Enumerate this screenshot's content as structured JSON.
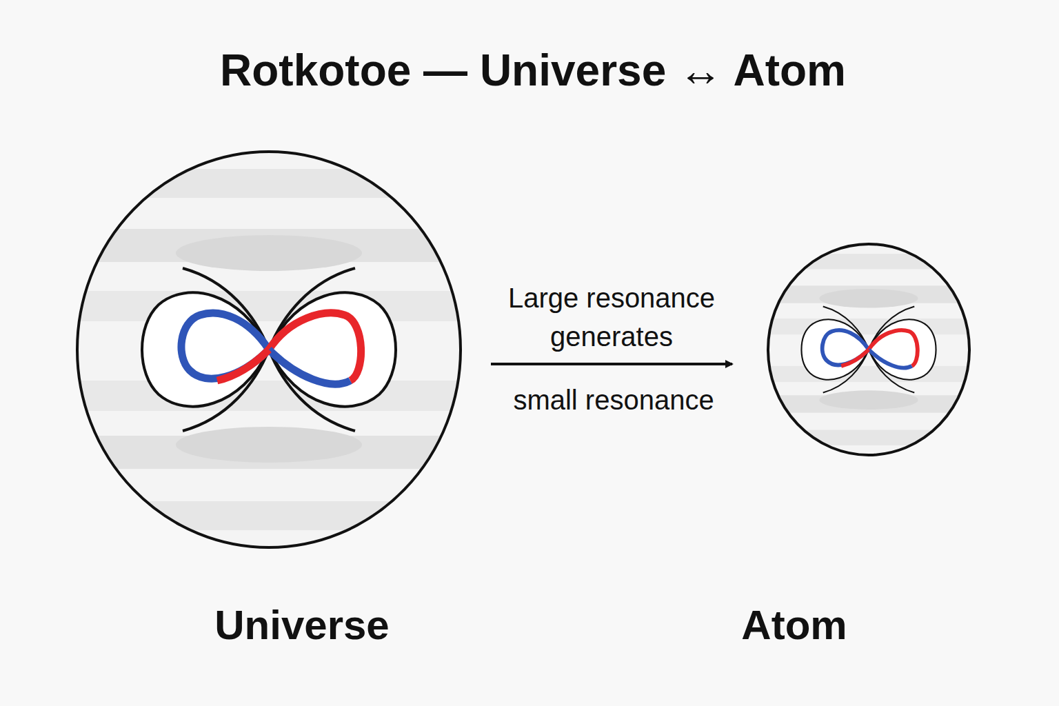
{
  "diagram": {
    "title": "Rotkotoe — Universe ↔ Atom",
    "nodes": [
      {
        "text": [
          "Universe"
        ]
      },
      {
        "text": [
          "Atom"
        ]
      }
    ],
    "edges": [
      {
        "from": 0,
        "to": 1,
        "arrow": "to",
        "label": "Large resonance generates"
      }
    ],
    "labels": [
      "small resonance"
    ]
  }
}
